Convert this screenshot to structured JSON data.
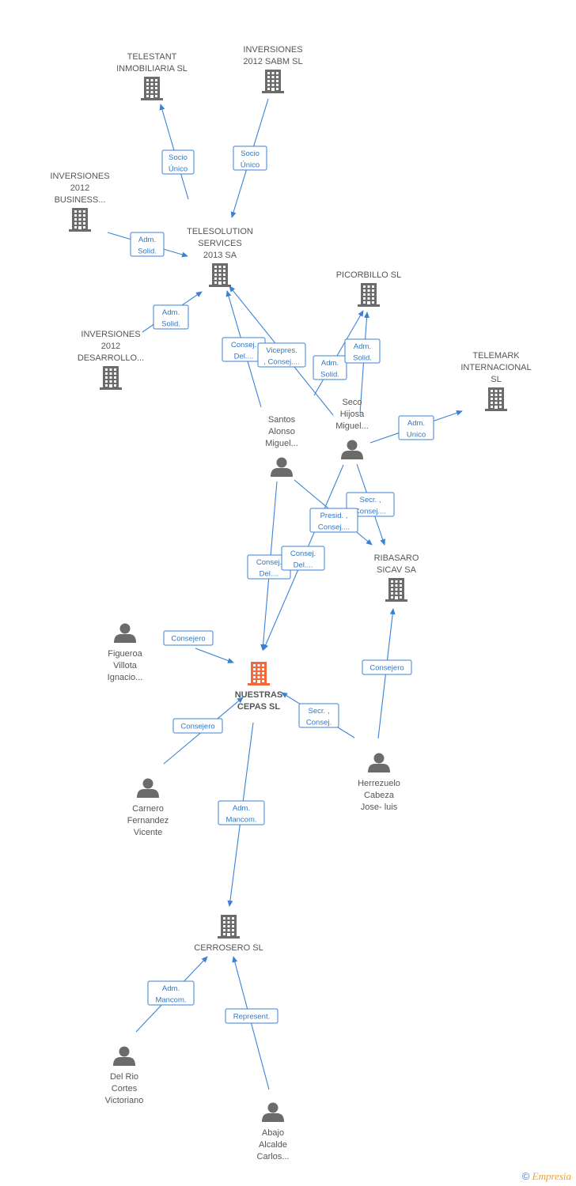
{
  "colors": {
    "edge": "#3b82d6",
    "company": "#6b6b6b",
    "focus_company": "#f26a3b",
    "person": "#6b6b6b"
  },
  "footer": {
    "copyright_symbol": "©",
    "brand": "Empresia"
  },
  "nodes": [
    {
      "id": "telestant",
      "type": "company",
      "label": [
        "TELESTANT",
        "INMOBILIARIA SL"
      ]
    },
    {
      "id": "inv2012sabm",
      "type": "company",
      "label": [
        "INVERSIONES",
        "2012 SABM SL"
      ]
    },
    {
      "id": "inv2012business",
      "type": "company",
      "label": [
        "INVERSIONES",
        "2012",
        "BUSINESS..."
      ]
    },
    {
      "id": "telesolution",
      "type": "company",
      "label": [
        "TELESOLUTION",
        "SERVICES",
        "2013 SA"
      ]
    },
    {
      "id": "picorbillo",
      "type": "company",
      "label": [
        "PICORBILLO SL"
      ]
    },
    {
      "id": "inv2012desarrollo",
      "type": "company",
      "label": [
        "INVERSIONES",
        "2012",
        "DESARROLLO..."
      ]
    },
    {
      "id": "telemark",
      "type": "company",
      "label": [
        "TELEMARK",
        "INTERNACIONAL",
        "SL"
      ]
    },
    {
      "id": "santos",
      "type": "person",
      "label": [
        "Santos",
        "Alonso",
        "Miguel..."
      ]
    },
    {
      "id": "seco",
      "type": "person",
      "label": [
        "Seco",
        "Hijosa",
        "Miguel..."
      ]
    },
    {
      "id": "ribasaro",
      "type": "company",
      "label": [
        "RIBASARO",
        "SICAV SA"
      ]
    },
    {
      "id": "figueroa",
      "type": "person",
      "label": [
        "Figueroa",
        "Villota",
        "Ignacio..."
      ]
    },
    {
      "id": "nuestras",
      "type": "focus",
      "label": [
        "NUESTRAS",
        "CEPAS SL"
      ]
    },
    {
      "id": "carnero",
      "type": "person",
      "label": [
        "Carnero",
        "Fernandez",
        "Vicente"
      ]
    },
    {
      "id": "herrezuelo",
      "type": "person",
      "label": [
        "Herrezuelo",
        "Cabeza",
        "Jose- luis"
      ]
    },
    {
      "id": "cerrosero",
      "type": "company",
      "label": [
        "CERROSERO SL"
      ]
    },
    {
      "id": "delrio",
      "type": "person",
      "label": [
        "Del Rio",
        "Cortes",
        "Victoriano"
      ]
    },
    {
      "id": "abajo",
      "type": "person",
      "label": [
        "Abajo",
        "Alcalde",
        "Carlos..."
      ]
    }
  ],
  "edges": [
    {
      "from": "telesolution",
      "to": "telestant",
      "label": [
        "Socio",
        "Único"
      ]
    },
    {
      "from": "inv2012sabm",
      "to": "telesolution",
      "label": [
        "Socio",
        "Único"
      ]
    },
    {
      "from": "inv2012business",
      "to": "telesolution",
      "label": [
        "Adm.",
        "Solid."
      ]
    },
    {
      "from": "inv2012desarrollo",
      "to": "telesolution",
      "label": [
        "Adm.",
        "Solid."
      ]
    },
    {
      "from": "santos",
      "to": "telesolution",
      "label": [
        "Consej.",
        "Del...."
      ]
    },
    {
      "from": "seco",
      "to": "telesolution",
      "label": [
        "Vicepres.",
        ", Consej...."
      ]
    },
    {
      "from": "santos",
      "to": "picorbillo",
      "label": [
        "Adm.",
        "Solid."
      ]
    },
    {
      "from": "seco",
      "to": "picorbillo",
      "label": [
        "Adm.",
        "Solid."
      ]
    },
    {
      "from": "seco",
      "to": "telemark",
      "label": [
        "Adm.",
        "Unico"
      ]
    },
    {
      "from": "seco",
      "to": "ribasaro",
      "label": [
        "Secr. ,",
        "Consej...."
      ]
    },
    {
      "from": "santos",
      "to": "ribasaro",
      "label": [
        "Presid. ,",
        "Consej...."
      ]
    },
    {
      "from": "santos",
      "to": "nuestras",
      "label": [
        "Consej.",
        "Del...."
      ]
    },
    {
      "from": "seco",
      "to": "nuestras",
      "label": [
        "Consej.",
        "Del...."
      ]
    },
    {
      "from": "figueroa",
      "to": "nuestras",
      "label": [
        "Consejero"
      ]
    },
    {
      "from": "carnero",
      "to": "nuestras",
      "label": [
        "Consejero"
      ]
    },
    {
      "from": "herrezuelo",
      "to": "nuestras",
      "label": [
        "Secr. ,",
        "Consej."
      ]
    },
    {
      "from": "herrezuelo",
      "to": "ribasaro",
      "label": [
        "Consejero"
      ]
    },
    {
      "from": "nuestras",
      "to": "cerrosero",
      "label": [
        "Adm.",
        "Mancom."
      ]
    },
    {
      "from": "delrio",
      "to": "cerrosero",
      "label": [
        "Adm.",
        "Mancom."
      ]
    },
    {
      "from": "abajo",
      "to": "cerrosero",
      "label": [
        "Represent."
      ]
    }
  ]
}
